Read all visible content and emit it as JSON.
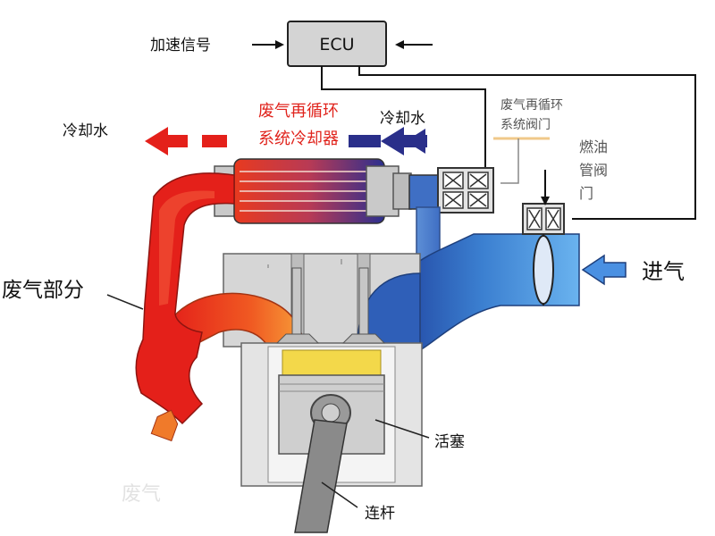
{
  "labels": {
    "ecu": "ECU",
    "accel_signal": "加速信号",
    "coolant_left": "冷却水",
    "coolant_right": "冷却水",
    "egr_cooler_line1": "废气再循环",
    "egr_cooler_line2": "系统冷却器",
    "egr_valve_line1": "废气再循环",
    "egr_valve_line2": "系统阀门",
    "fuel_valve_line1": "燃油",
    "fuel_valve_line2": "管阀",
    "fuel_valve_line3": "门",
    "intake": "进气",
    "exhaust_part": "废气部分",
    "piston": "活塞",
    "connecting_rod": "连杆",
    "exhaust_out_partial": "废气"
  },
  "colors": {
    "exhaust_red": "#e4201a",
    "exhaust_orange": "#f07a2a",
    "intake_blue": "#3b7fd0",
    "coolant_navy": "#2a2f8a",
    "engine_gray": "#d7d7d7",
    "piston_yellow": "#f3d84a"
  }
}
